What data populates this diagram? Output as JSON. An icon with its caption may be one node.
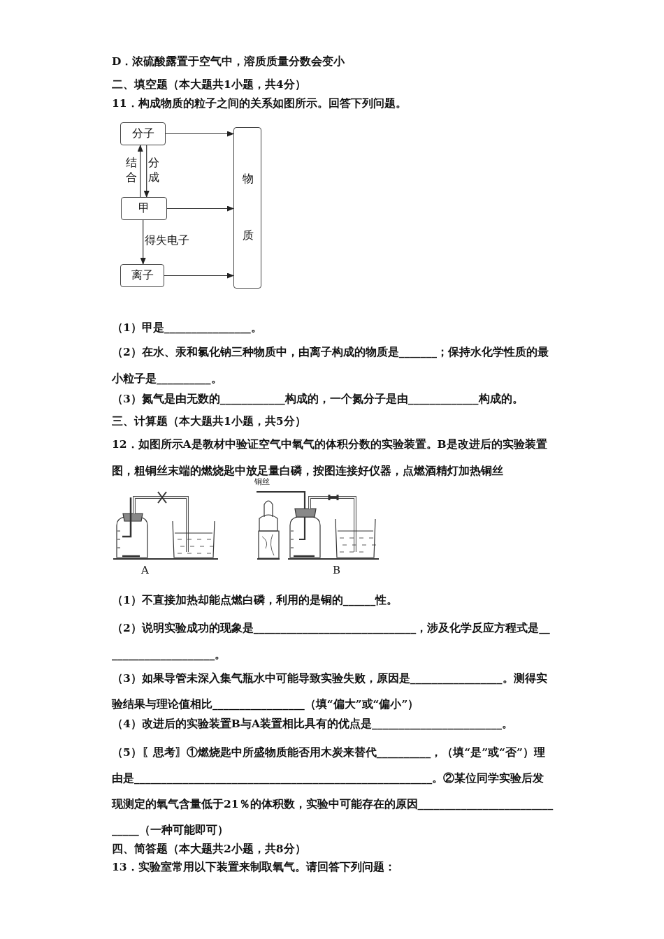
{
  "diagram": {
    "nodes": [
      {
        "text": [
          "分子"
        ]
      },
      {
        "text": [
          "甲"
        ]
      },
      {
        "text": [
          "离子"
        ]
      },
      {
        "text": [
          "物质"
        ]
      }
    ],
    "edges": [
      {
        "from": 0,
        "to": 3,
        "arrow": "to"
      },
      {
        "from": 1,
        "to": 3,
        "arrow": "to"
      },
      {
        "from": 2,
        "to": 3,
        "arrow": "to"
      },
      {
        "from": 1,
        "to": 0,
        "arrow": "to",
        "label": "结合"
      },
      {
        "from": 0,
        "to": 1,
        "arrow": "to",
        "label": "分成"
      },
      {
        "from": 1,
        "to": 2,
        "arrow": "to",
        "label": "得失电子"
      }
    ],
    "labels": [
      "D．浓硫酸露置于空气中，溶质质量分数会变小",
      "二、填空题（本大题共1小题，共4分）",
      "11．构成物质的粒子之间的关系如图所示。回答下列问题。",
      "（1）甲是________________。",
      "（2）在水、汞和氯化钠三种物质中，由离子构成的物质是_______；保持水化学性质的最小粒子是__________。",
      "（3）氮气是由无数的____________构成的，一个氮分子是由_____________构成的。",
      "三、计算题（本大题共1小题，共5分）",
      "12．如图所示A是教材中验证空气中氧气的体积分数的实验装置。B是改进后的实验装置图，粗铜丝末端的燃烧匙中放足量白磷，按图连接好仪器，点燃酒精灯加热铜丝",
      "铜丝",
      "A",
      "B",
      "（1）不直接加热却能点燃白磷，利用的是铜的______性。",
      "（2）说明实验成功的现象是______________________________，涉及化学反应方程式是_____________________。",
      "（3）如果导管未深入集气瓶水中可能导致实验失败，原因是_________________。测得实验结果与理论值相比_________________（填“偏大”或“偏小”）",
      "（4）改进后的实验装置B与A装置相比具有的优点是________________________。",
      "（5）〖思考〗①燃烧匙中所盛物质能否用木炭来替代__________，（填“是”或“否”）理由是_______________________________________________________。②某位同学实验后发现测定的氧气含量低于21％的体积数，实验中可能存在的原因______________________________（一种可能即可）",
      "四、简答题（本大题共2小题，共8分）",
      "13．实验室常用以下装置来制取氧气。请回答下列问题："
    ]
  }
}
